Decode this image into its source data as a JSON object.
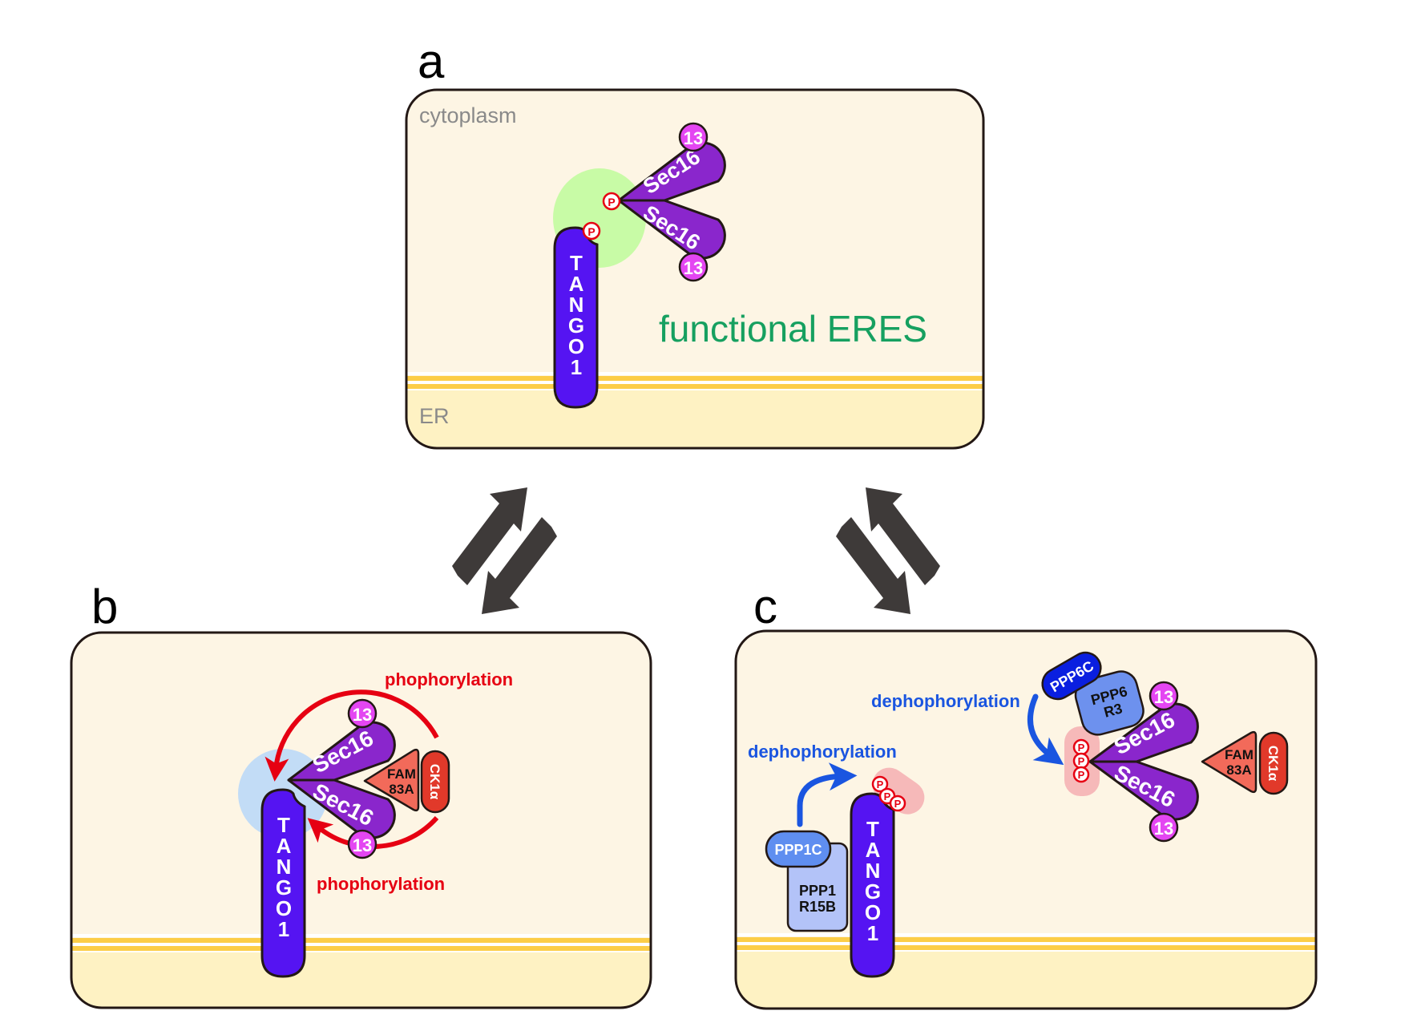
{
  "colors": {
    "cytoplasm": "#fdf5e4",
    "er_lumen": "#fef2c3",
    "membrane": "#fccd47",
    "panel_border": "#231815",
    "tango1": "#5514f2",
    "sec16": "#8a26cc",
    "sec13": "#e446f2",
    "phospho_ring": "#e60012",
    "active_halo": "#c8fba6",
    "kinase_halo": "#c2dcf6",
    "phospho_cluster": "#f6b9b9",
    "fam83a": "#f26a5a",
    "ck1a": "#e1392a",
    "ppp1c": "#5f8ef0",
    "ppp1r15b": "#b3c3f8",
    "ppp6c": "#0a1fe0",
    "ppp6r3": "#6d91ee",
    "phosphorylation_text": "#e60012",
    "dephosphorylation_text": "#1a55e0",
    "functional_text": "#16a060",
    "equilibrium_arrow": "#3e3a39"
  },
  "panels": {
    "a": {
      "label": "a",
      "compartment_top": "cytoplasm",
      "compartment_bottom": "ER",
      "state_text": "functional ERES",
      "tango1": "TANGO1",
      "sec16": "Sec16",
      "sec13": "13",
      "phospho": "P"
    },
    "b": {
      "label": "b",
      "tango1": "TANGO1",
      "sec16": "Sec16",
      "sec13": "13",
      "fam83a_line1": "FAM",
      "fam83a_line2": "83A",
      "ck1a": "CK1α",
      "arrow_top_label": "phophorylation",
      "arrow_bottom_label": "phophorylation"
    },
    "c": {
      "label": "c",
      "tango1": "TANGO1",
      "sec16": "Sec16",
      "sec13": "13",
      "phospho": "P",
      "fam83a_line1": "FAM",
      "fam83a_line2": "83A",
      "ck1a": "CK1α",
      "ppp1c": "PPP1C",
      "ppp1r15b_line1": "PPP1",
      "ppp1r15b_line2": "R15B",
      "ppp6c": "PPP6C",
      "ppp6r3_line1": "PPP6",
      "ppp6r3_line2": "R3",
      "left_arrow_label": "dephophorylation",
      "right_arrow_label": "dephophorylation"
    }
  },
  "transitions": [
    {
      "from": "a",
      "to": "b",
      "type": "reversible"
    },
    {
      "from": "a",
      "to": "c",
      "type": "reversible"
    }
  ]
}
